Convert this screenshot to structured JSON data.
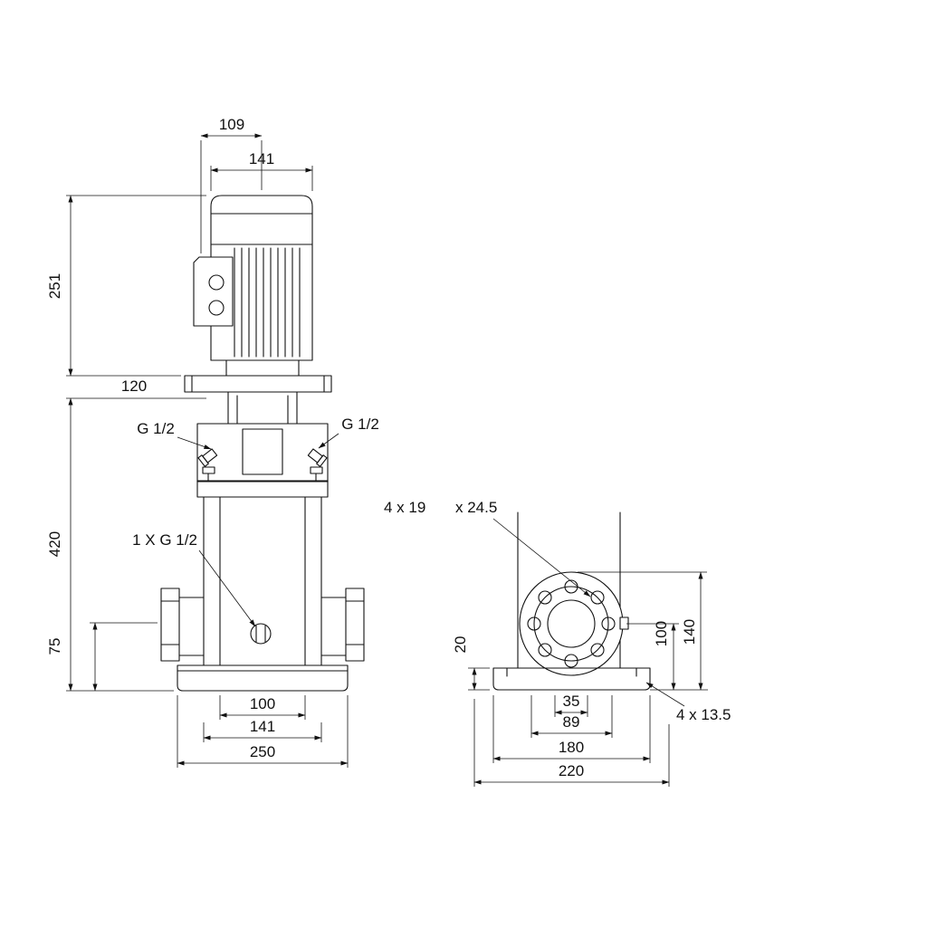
{
  "front_view": {
    "dims": {
      "d109": "109",
      "d141_top": "141",
      "d251": "251",
      "d120": "120",
      "d420": "420",
      "d75": "75",
      "d100": "100",
      "d141_bottom": "141",
      "d250": "250"
    },
    "labels": {
      "left_port": "G 1/2",
      "right_port": "G 1/2",
      "drain": "1 X G 1/2"
    }
  },
  "side_view": {
    "dims": {
      "d20": "20",
      "d100": "100",
      "d140": "140",
      "d35": "35",
      "d89": "89",
      "d180": "180",
      "d220": "220"
    },
    "labels": {
      "flange_holes": "4 x 19",
      "flange_counterbore": "x 24.5",
      "base_holes": "4 x 13.5"
    }
  }
}
